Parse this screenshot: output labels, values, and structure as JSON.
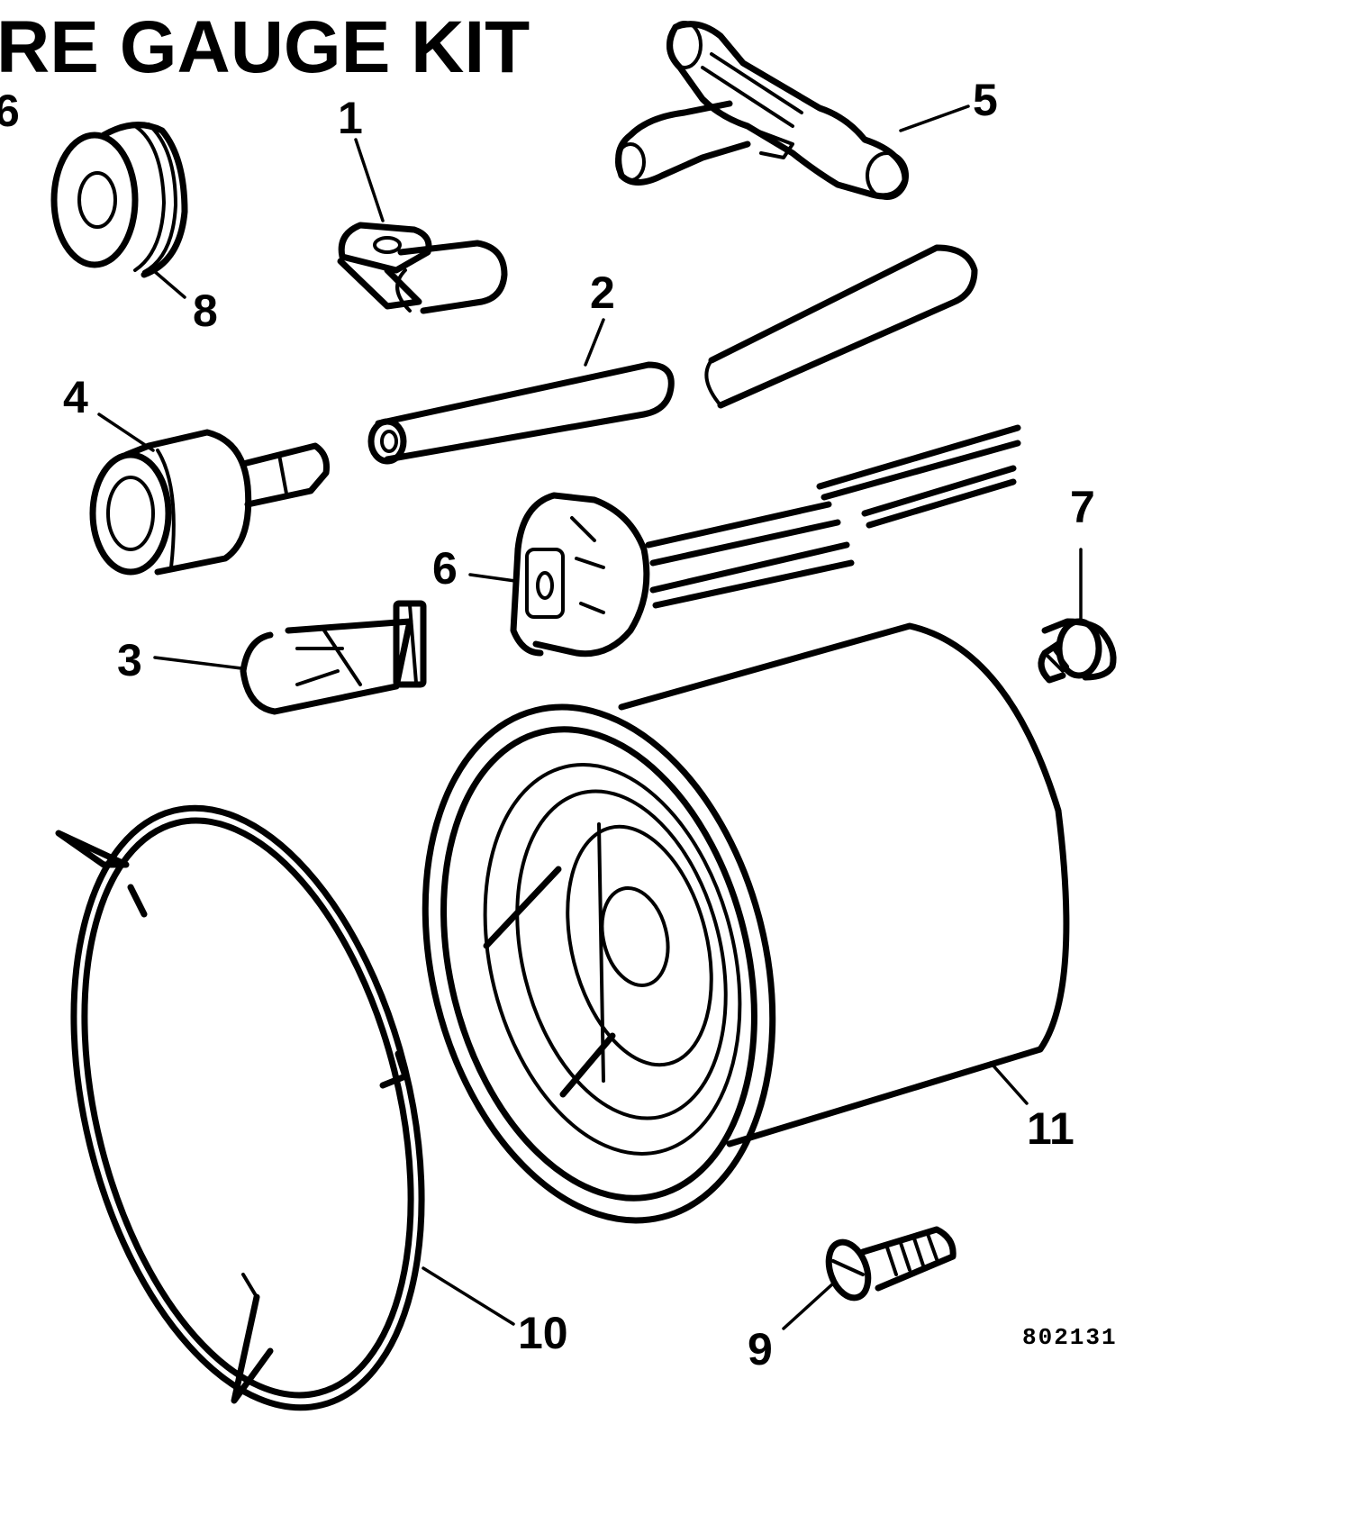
{
  "title": "RE GAUGE KIT",
  "corner_callout": "6",
  "drawing_number": "802131",
  "callouts": [
    {
      "id": "1",
      "label": "1"
    },
    {
      "id": "2",
      "label": "2"
    },
    {
      "id": "3",
      "label": "3"
    },
    {
      "id": "4",
      "label": "4"
    },
    {
      "id": "5",
      "label": "5"
    },
    {
      "id": "6",
      "label": "6"
    },
    {
      "id": "7",
      "label": "7"
    },
    {
      "id": "8",
      "label": "8"
    },
    {
      "id": "9",
      "label": "9"
    },
    {
      "id": "10",
      "label": "10"
    },
    {
      "id": "11",
      "label": "11"
    }
  ]
}
